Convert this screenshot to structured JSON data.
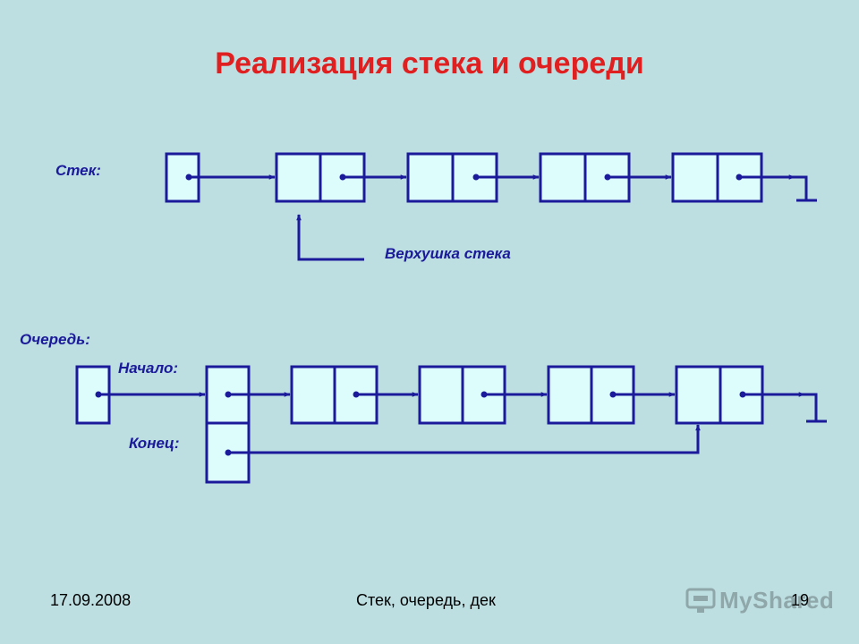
{
  "title": "Реализация стека и очереди",
  "labels": {
    "stack": "Стек:",
    "stack_top": "Верхушка стека",
    "queue": "Очередь:",
    "head": "Начало:",
    "tail": "Конец:"
  },
  "footer": {
    "date": "17.09.2008",
    "topic": "Стек, очередь, дек",
    "page": "19"
  },
  "watermark": "MyShared",
  "colors": {
    "background": "#bddfe2",
    "node_fill": "#ddfdfd",
    "stroke": "#1a1a9a",
    "title": "#e02020"
  },
  "icons": [
    "watermark-logo-icon"
  ]
}
